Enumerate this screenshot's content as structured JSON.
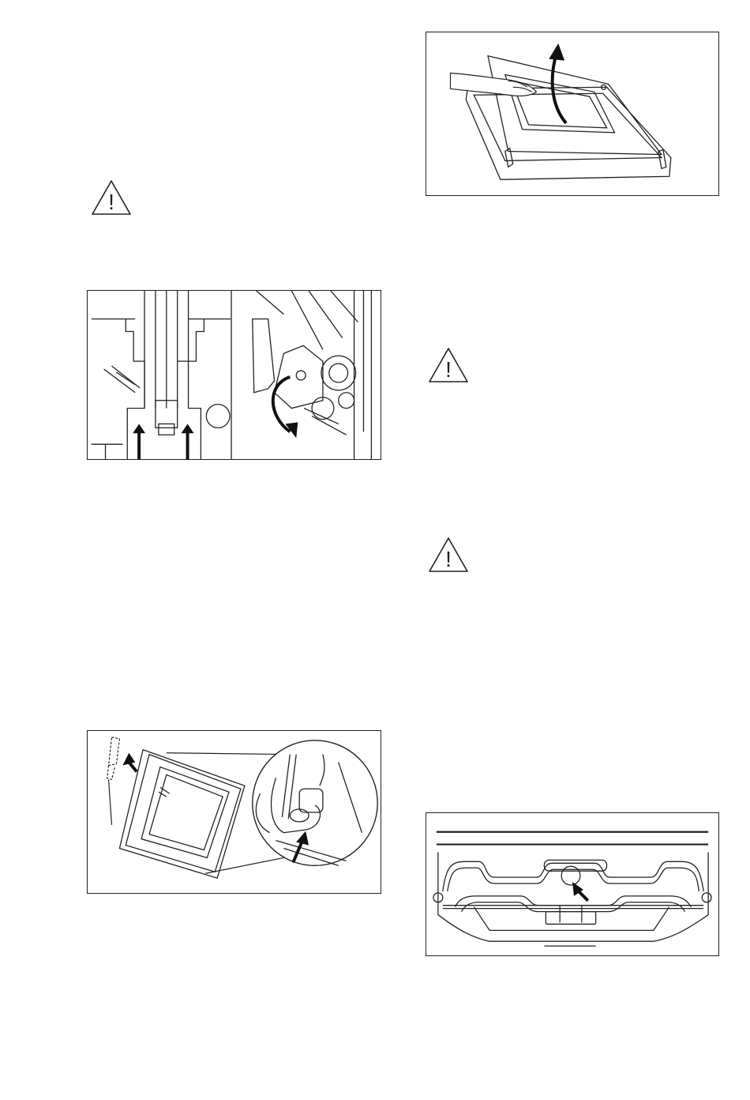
{
  "page": {
    "figures": [
      {
        "id": "fig-door-glass-lift",
        "callouts": []
      },
      {
        "id": "fig-hinge-lock",
        "callouts": []
      },
      {
        "id": "fig-door-panel-removal",
        "callouts": []
      },
      {
        "id": "fig-grill-element",
        "callouts": []
      }
    ],
    "warnings": [
      {
        "symbol": "!"
      },
      {
        "symbol": "!"
      },
      {
        "symbol": "!"
      }
    ]
  }
}
